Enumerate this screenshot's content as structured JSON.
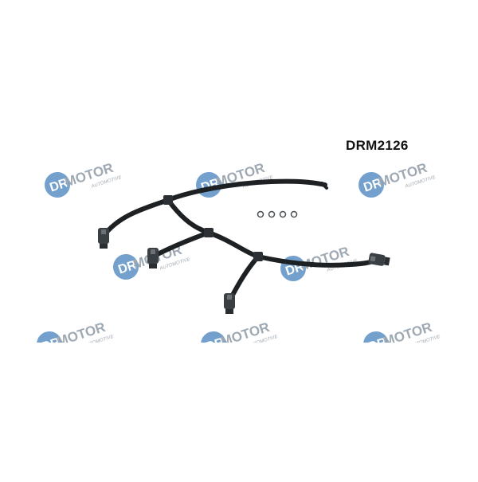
{
  "product": {
    "code": "DRM2126"
  },
  "watermark": {
    "brand_initials": "DR",
    "brand_name": "MOTOR",
    "tagline": "AUTOMOTIVE",
    "circle_color": "#5a8fc4",
    "text_color": "#8e9aa6"
  },
  "photo": {
    "subject_icon": "fuel-return-hose-assembly",
    "hose_color": "#1e2124",
    "seal_ring_count": 4
  }
}
